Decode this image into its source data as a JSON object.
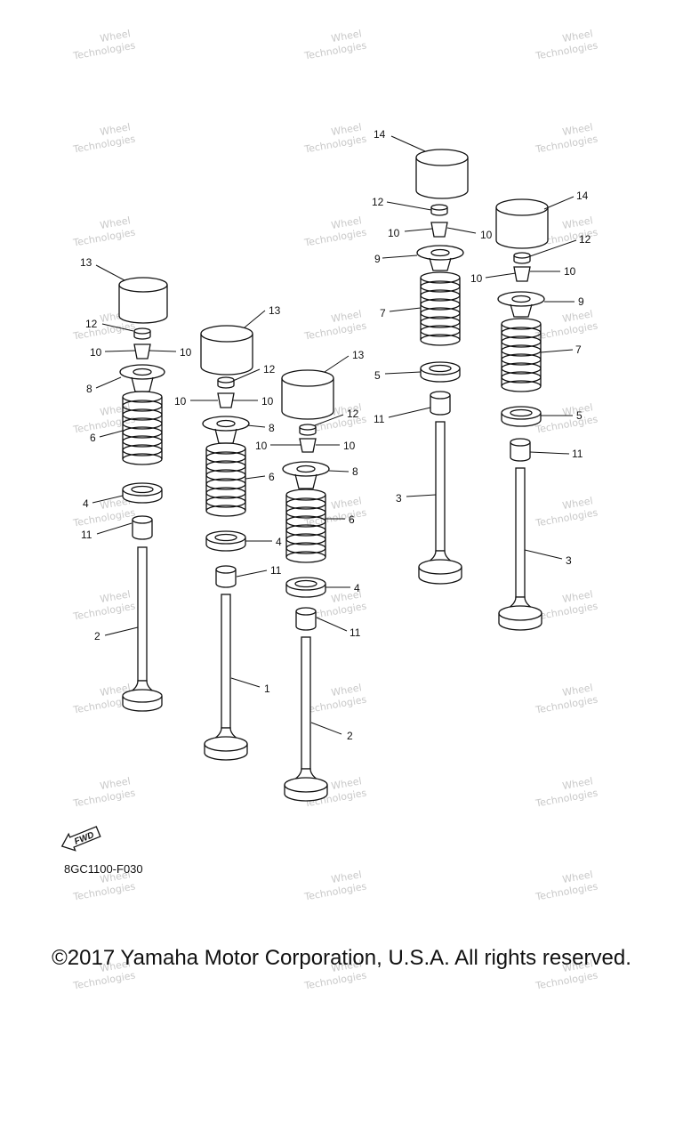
{
  "diagram": {
    "part_code": "8GC1100-F030",
    "fwd_label": "FWD",
    "watermark_lines": [
      "Wheel",
      "Technologies"
    ],
    "copyright": "©2017 Yamaha Motor Corporation, U.S.A. All rights reserved.",
    "callouts": {
      "c1": "1",
      "c2": "2",
      "c3": "3",
      "c4": "4",
      "c5": "5",
      "c6": "6",
      "c7": "7",
      "c8": "8",
      "c9": "9",
      "c10": "10",
      "c11": "11",
      "c12": "12",
      "c13": "13",
      "c14": "14"
    }
  }
}
